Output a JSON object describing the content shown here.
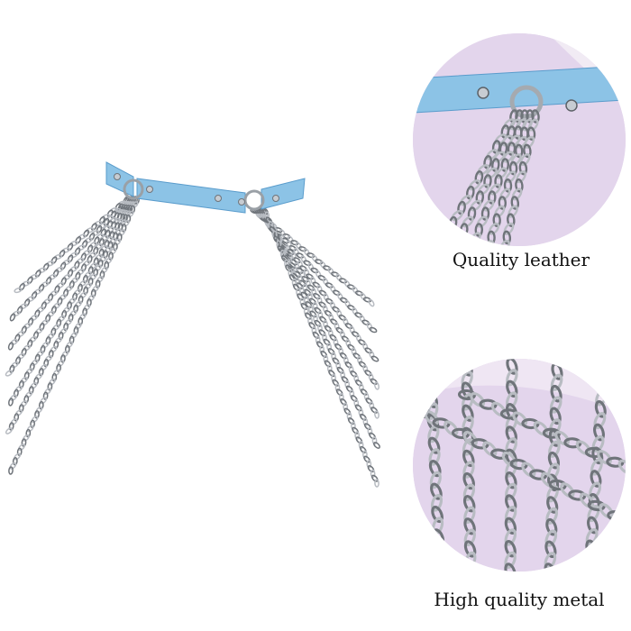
{
  "captions": {
    "top": "Quality leather",
    "bottom": "High quality metal"
  },
  "colors": {
    "strap": "#8cc3e6",
    "strap_edge": "#5a9ccc",
    "chain": "#b8bcc2",
    "chain_dark": "#6f747a",
    "background_circle": "#e3d5ec"
  },
  "icons": {
    "belt": "chain-belt-image",
    "zoom_leather": "leather-closeup-image",
    "zoom_metal": "metal-closeup-image"
  }
}
